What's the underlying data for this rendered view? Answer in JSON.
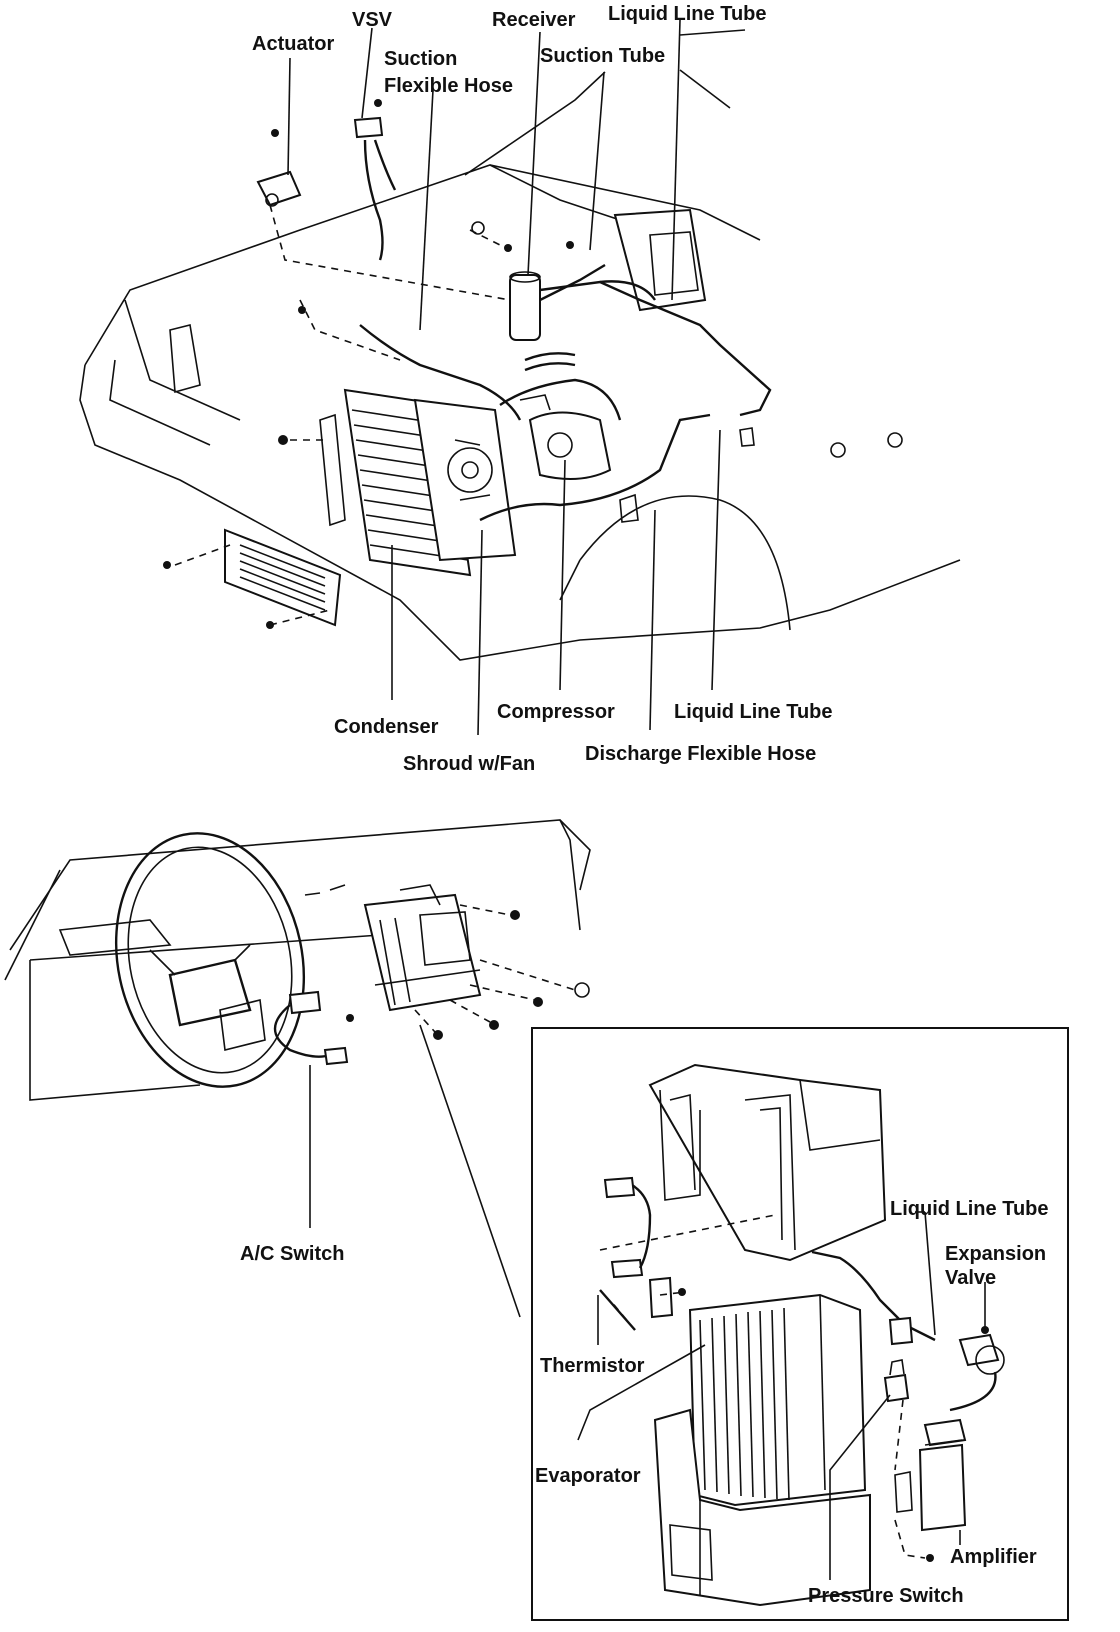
{
  "labels": {
    "actuator": "Actuator",
    "vsv": "VSV",
    "suction_flexible_hose_1": "Suction",
    "suction_flexible_hose_2": "Flexible Hose",
    "receiver": "Receiver",
    "liquid_line_tube_top": "Liquid Line Tube",
    "suction_tube": "Suction Tube",
    "condenser": "Condenser",
    "compressor": "Compressor",
    "liquid_line_tube_mid": "Liquid Line Tube",
    "shroud_w_fan": "Shroud w/Fan",
    "discharge_flexible_hose": "Discharge Flexible Hose",
    "ac_switch": "A/C Switch",
    "liquid_line_tube_inset": "Liquid Line Tube",
    "expansion_valve_1": "Expansion",
    "expansion_valve_2": "Valve",
    "thermistor": "Thermistor",
    "evaporator": "Evaporator",
    "amplifier": "Amplifier",
    "pressure_switch": "Pressure Switch"
  }
}
